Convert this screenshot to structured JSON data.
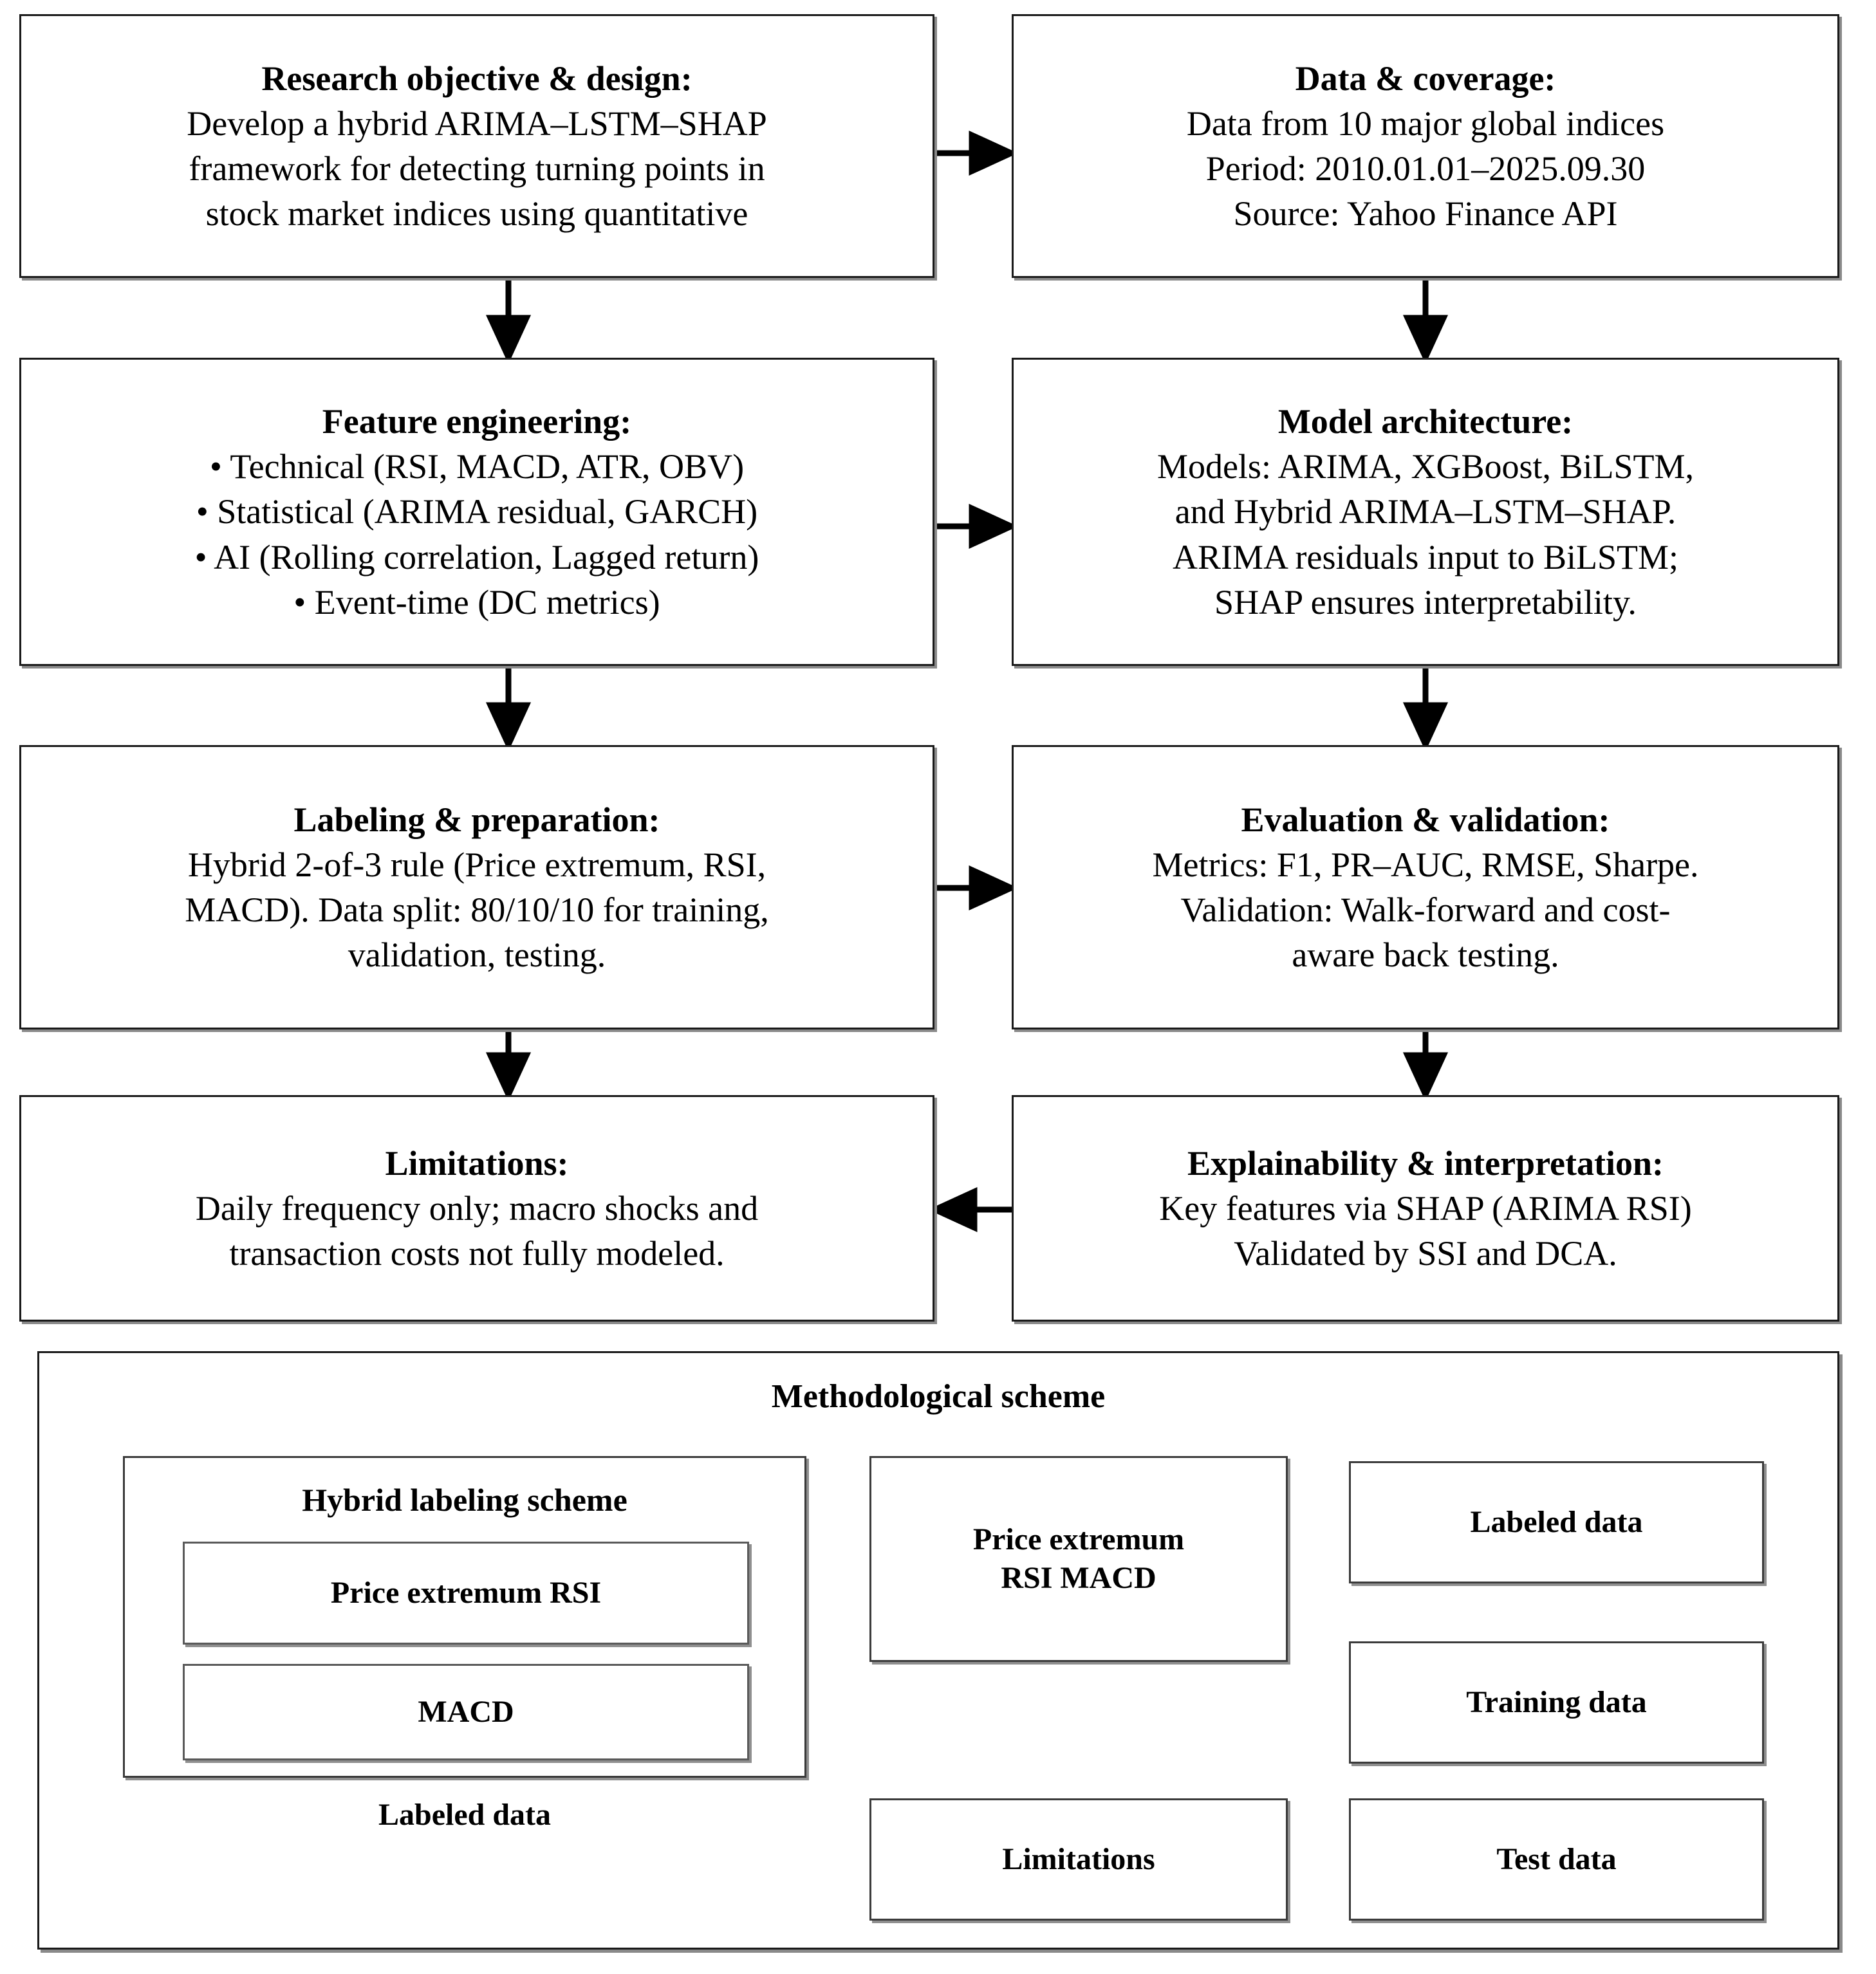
{
  "flow": {
    "research_objective": {
      "title": "Research objective & design:",
      "lines": [
        "Develop a hybrid ARIMA–LSTM–SHAP",
        "framework for detecting turning points in",
        "stock market indices using quantitative"
      ]
    },
    "data_coverage": {
      "title": "Data & coverage:",
      "lines": [
        "Data from 10 major global indices",
        "Period: 2010.01.01–2025.09.30",
        "Source: Yahoo Finance API"
      ]
    },
    "feature_engineering": {
      "title": "Feature engineering:",
      "lines": [
        "• Technical (RSI, MACD, ATR, OBV)",
        "• Statistical (ARIMA residual, GARCH)",
        "• AI (Rolling correlation, Lagged return)",
        "• Event-time (DC metrics)"
      ]
    },
    "model_architecture": {
      "title": "Model architecture:",
      "lines": [
        "Models: ARIMA, XGBoost, BiLSTM,",
        "and Hybrid ARIMA–LSTM–SHAP.",
        "ARIMA residuals input to BiLSTM;",
        "SHAP ensures interpretability."
      ]
    },
    "labeling_preparation": {
      "title": "Labeling & preparation:",
      "lines": [
        "Hybrid 2-of-3 rule (Price extremum, RSI,",
        "MACD). Data split: 80/10/10 for training,",
        "validation, testing."
      ]
    },
    "evaluation_validation": {
      "title": "Evaluation & validation:",
      "lines": [
        "Metrics: F1, PR–AUC, RMSE, Sharpe.",
        "Validation: Walk-forward and cost-",
        "aware back testing."
      ]
    },
    "limitations": {
      "title": "Limitations:",
      "lines": [
        "Daily frequency only; macro shocks and",
        "transaction costs not fully modeled."
      ]
    },
    "explainability": {
      "title": "Explainability & interpretation:",
      "lines": [
        "Key features via SHAP (ARIMA RSI)",
        "Validated by SSI and DCA."
      ]
    }
  },
  "scheme": {
    "title": "Methodological scheme",
    "hybrid_labeling": "Hybrid labeling scheme",
    "price_extremum_rsi": "Price extremum RSI",
    "macd": "MACD",
    "labeled_data_caption": "Labeled data",
    "price_extremum_rsi_macd_l1": "Price extremum",
    "price_extremum_rsi_macd_l2": "RSI MACD",
    "labeled_data": "Labeled data",
    "training_data": "Training data",
    "test_data": "Test data",
    "limitations": "Limitations"
  }
}
